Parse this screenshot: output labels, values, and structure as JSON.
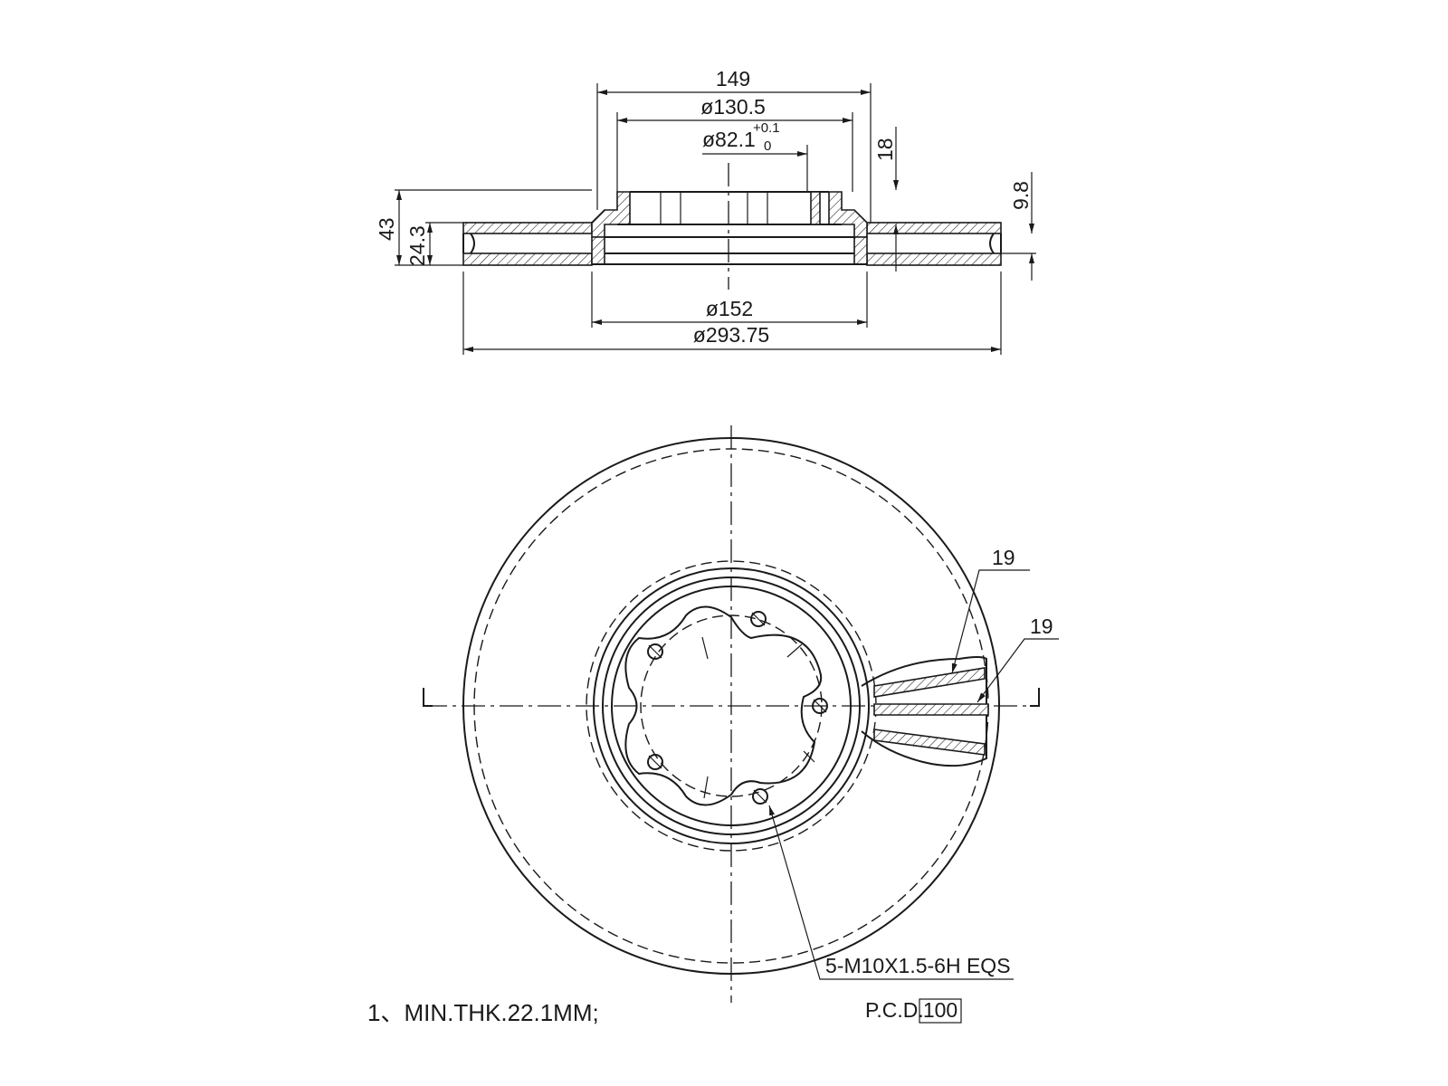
{
  "colors": {
    "ink": "#1a1a1a",
    "background": "#ffffff"
  },
  "section_view": {
    "dims": {
      "overall_hat_width": "149",
      "hat_outer_diameter": "ø130.5",
      "center_bore": "ø82.1",
      "center_bore_tol_upper": "+0.1",
      "center_bore_tol_lower": "0",
      "hat_depth": "18",
      "vent_offset": "9.8",
      "overall_height": "43",
      "disc_thickness": "24.3",
      "inner_friction_diameter": "ø152",
      "outer_diameter": "ø293.75"
    }
  },
  "front_view": {
    "vane_width_1": "19",
    "vane_width_2": "19",
    "bolt_thread": "5-M10X1.5-6H EQS",
    "pcd_label": "P.C.D.",
    "pcd_value": "100"
  },
  "notes": {
    "min_thickness": "1、MIN.THK.22.1MM;"
  }
}
